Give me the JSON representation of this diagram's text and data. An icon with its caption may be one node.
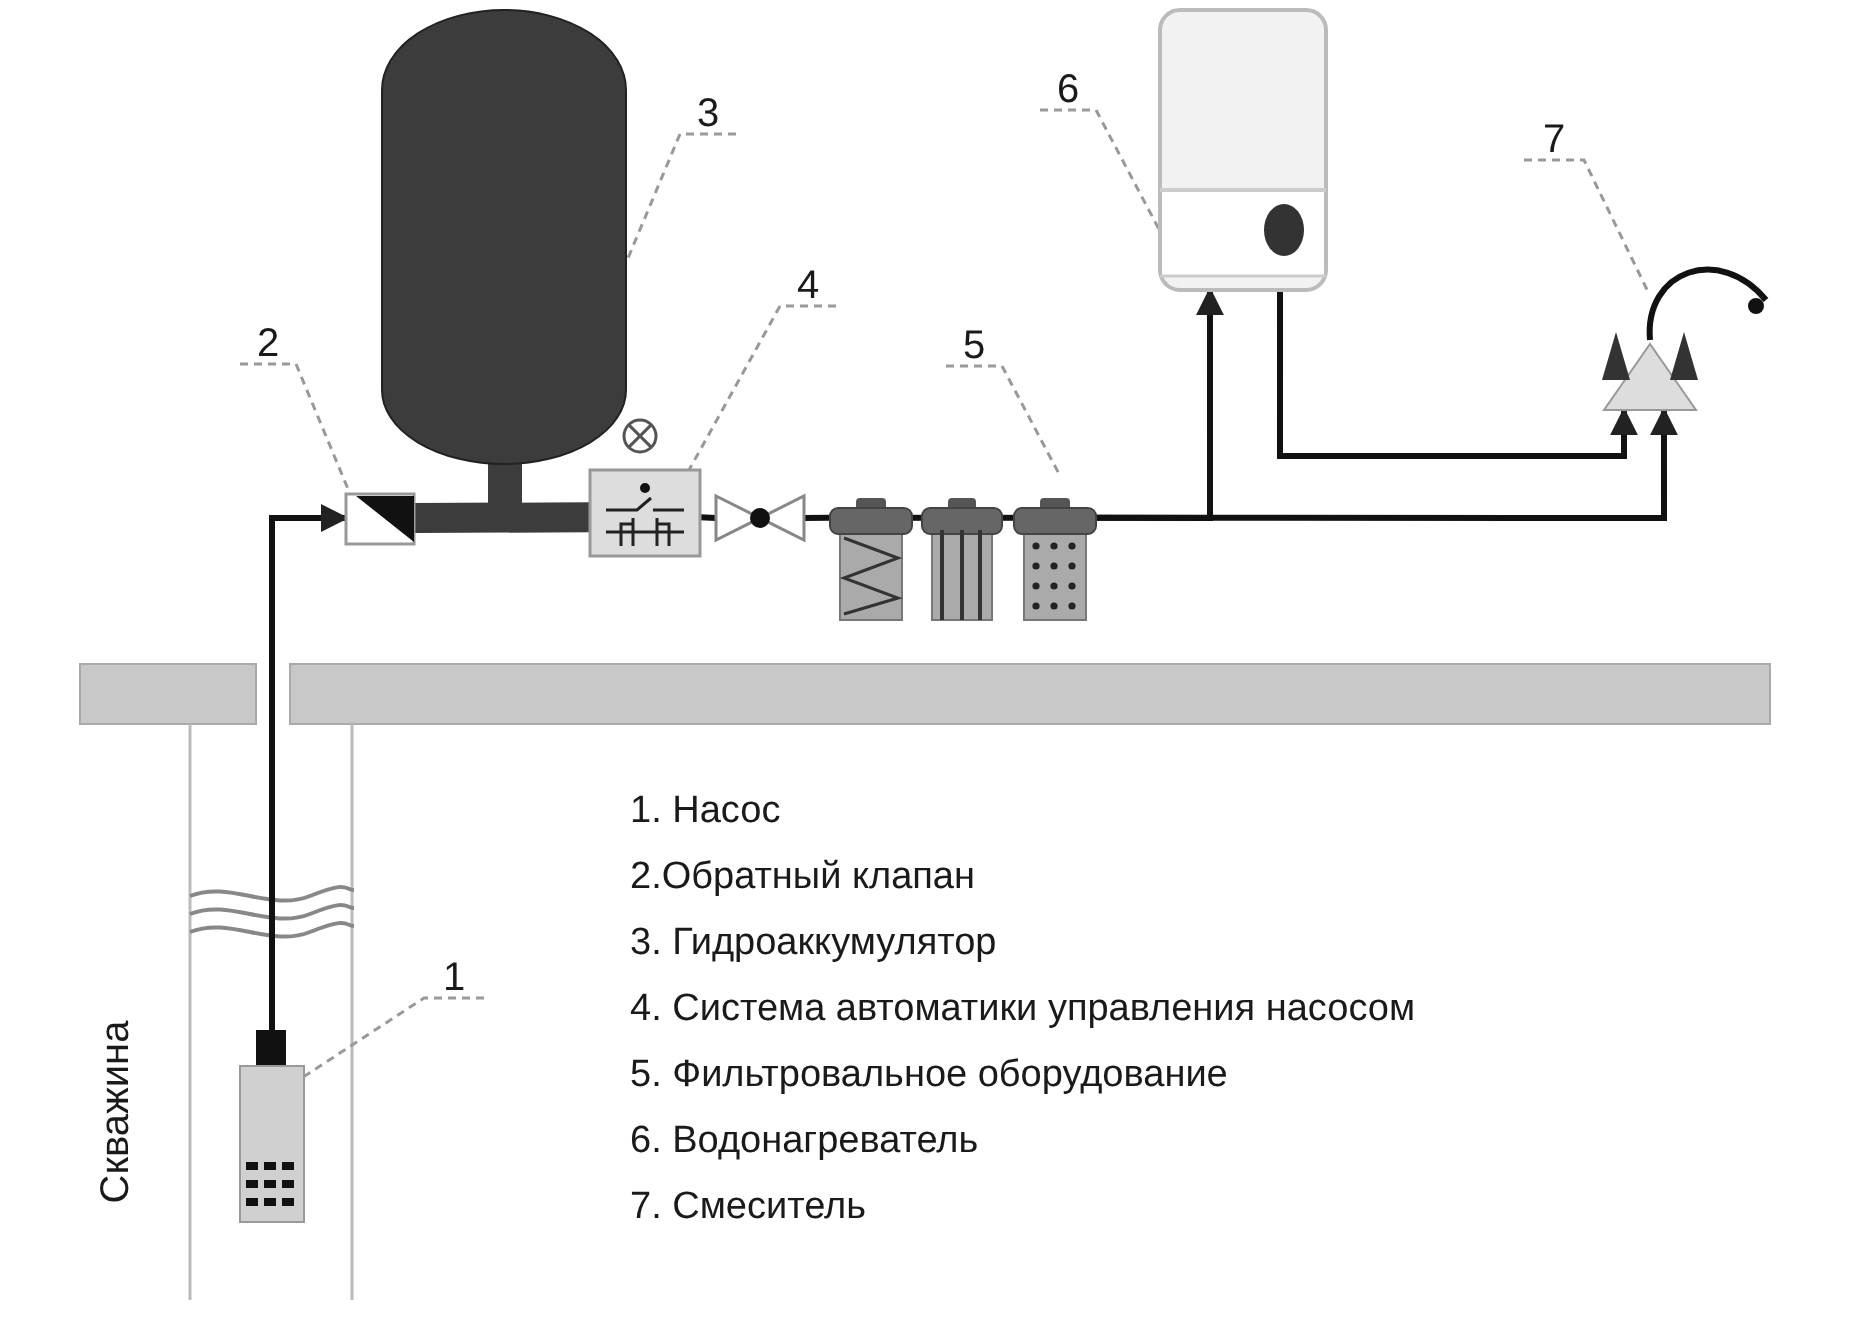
{
  "diagram": {
    "nodes": [
      {
        "text": [
          "1"
        ]
      },
      {
        "text": [],
        "shape": "picture"
      },
      {
        "text": [
          "2"
        ]
      },
      {
        "text": [],
        "shape": "box"
      },
      {
        "text": [
          "3"
        ]
      },
      {
        "text": [],
        "shape": "cylinder"
      },
      {
        "text": [
          "4"
        ]
      },
      {
        "text": [],
        "shape": "box"
      },
      {
        "text": [],
        "shape": "picture"
      },
      {
        "text": [
          "5"
        ]
      },
      {
        "text": [],
        "shape": "picture"
      },
      {
        "text": [],
        "shape": "picture"
      },
      {
        "text": [],
        "shape": "picture"
      },
      {
        "text": [
          "6"
        ]
      },
      {
        "text": [],
        "shape": "picture"
      },
      {
        "text": [
          "7"
        ]
      },
      {
        "text": [],
        "shape": "picture"
      }
    ],
    "edges": [
      {
        "from": 1,
        "to": 3,
        "arrow": "to"
      },
      {
        "from": 3,
        "to": 7,
        "arrow": "none",
        "style": "thick",
        "color": "#3c3c3c"
      },
      {
        "from": 7,
        "to": 8,
        "arrow": "none"
      },
      {
        "from": 8,
        "to": 10,
        "arrow": "none"
      },
      {
        "from": 10,
        "to": 11,
        "arrow": "none"
      },
      {
        "from": 11,
        "to": 12,
        "arrow": "none"
      },
      {
        "from": 12,
        "to": 14,
        "arrow": "to"
      },
      {
        "from": 12,
        "to": 16,
        "arrow": "to"
      },
      {
        "from": 14,
        "to": 16,
        "arrow": "to"
      },
      {
        "from": 0,
        "to": 1,
        "arrow": "none",
        "style": "dashed",
        "color": "#999999"
      },
      {
        "from": 2,
        "to": 3,
        "arrow": "none",
        "style": "dashed",
        "color": "#999999"
      },
      {
        "from": 4,
        "to": 5,
        "arrow": "none",
        "style": "dashed",
        "color": "#999999"
      },
      {
        "from": 6,
        "to": 7,
        "arrow": "none",
        "style": "dashed",
        "color": "#999999"
      },
      {
        "from": 9,
        "to": 12,
        "arrow": "none",
        "style": "dashed",
        "color": "#999999"
      },
      {
        "from": 13,
        "to": 14,
        "arrow": "none",
        "style": "dashed",
        "color": "#999999"
      },
      {
        "from": 15,
        "to": 16,
        "arrow": "none",
        "style": "dashed",
        "color": "#999999"
      }
    ],
    "labels": [
      "Скважина",
      "1. Насос",
      "2.Обратный клапан",
      "3. Гидроаккумулятор",
      "4. Система автоматики управления насосом",
      "5. Фильтровальное оборудование",
      "6. Водонагреватель",
      "7. Смеситель"
    ]
  }
}
